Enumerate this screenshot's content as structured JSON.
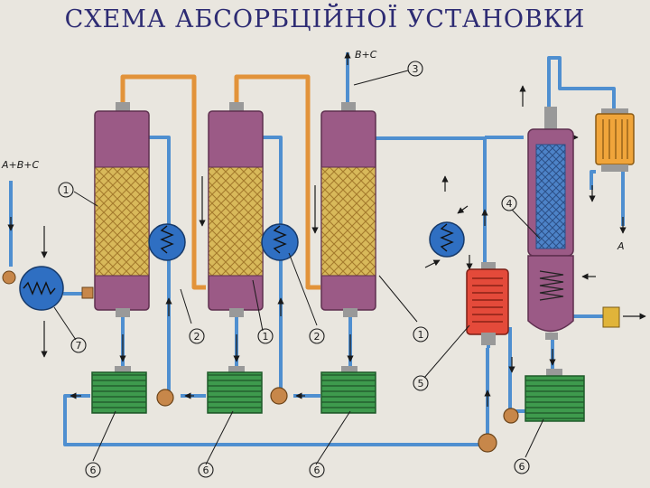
{
  "title": "СХЕМА АБСОРБЦІЙНОЇ УСТАНОВКИ",
  "stream_labels": {
    "feed": "А+В+С",
    "top_outlet": "В+С",
    "product": "А"
  },
  "callouts": {
    "absorber": "1",
    "heat_exchanger": "2",
    "gas_outlet": "3",
    "desorber": "4",
    "heater": "5",
    "tank": "6",
    "feed_cooler": "7"
  },
  "colors": {
    "background": "#e9e6df",
    "title": "#2d2b73",
    "column_body": "#9b5a86",
    "packing": "#d8b95a",
    "pipe_blue": "#4f8fd0",
    "pipe_orange": "#e2933a",
    "tank_green": "#3e9a4d",
    "cooler_blue": "#2f6fc2",
    "heater_red": "#e44a3a",
    "pump": "#c7874a"
  }
}
